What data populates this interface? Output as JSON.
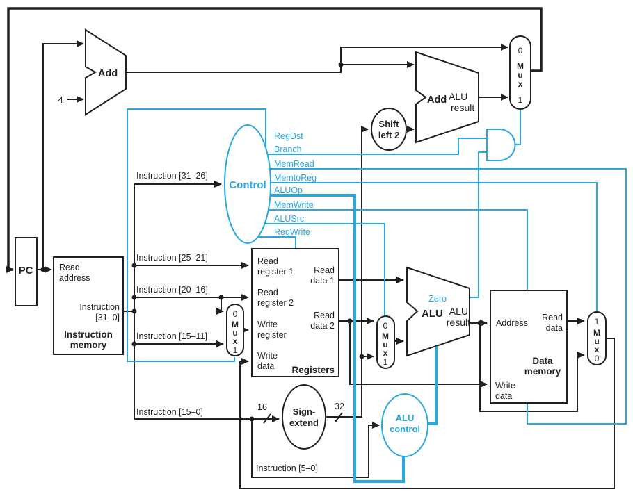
{
  "figure": {
    "description": "MIPS single-cycle datapath with control unit"
  },
  "colors": {
    "wire_black": "#231f20",
    "control_blue": "#29a8e0",
    "background": "#ffffff"
  },
  "pc": {
    "label": "PC"
  },
  "constant_4": "4",
  "adder_pc": {
    "label": "Add"
  },
  "adder_branch": {
    "label": "Add",
    "result_line1": "ALU",
    "result_line2": "result"
  },
  "instruction_memory": {
    "read_address_line1": "Read",
    "read_address_line2": "address",
    "instruction_line1": "Instruction",
    "instruction_line2": "[31–0]",
    "title_line1": "Instruction",
    "title_line2": "memory"
  },
  "buses": {
    "instr_31_26": "Instruction [31–26]",
    "instr_25_21": "Instruction [25–21]",
    "instr_20_16": "Instruction [20–16]",
    "instr_15_11": "Instruction [15–11]",
    "instr_15_0": "Instruction [15–0]",
    "instr_5_0": "Instruction [5–0]"
  },
  "control": {
    "label": "Control",
    "signals": [
      "RegDst",
      "Branch",
      "MemRead",
      "MemtoReg",
      "ALUOp",
      "MemWrite",
      "ALUSrc",
      "RegWrite"
    ]
  },
  "shift_left_2": {
    "line1": "Shift",
    "line2": "left 2"
  },
  "registers": {
    "title": "Registers",
    "read_register_1_line1": "Read",
    "read_register_1_line2": "register 1",
    "read_register_2_line1": "Read",
    "read_register_2_line2": "register 2",
    "write_register_line1": "Write",
    "write_register_line2": "register",
    "write_data_line1": "Write",
    "write_data_line2": "data",
    "read_data_1_line1": "Read",
    "read_data_1_line2": "data 1",
    "read_data_2_line1": "Read",
    "read_data_2_line2": "data 2"
  },
  "sign_extend": {
    "line1": "Sign-",
    "line2": "extend",
    "input_bits": "16",
    "output_bits": "32"
  },
  "alu": {
    "label": "ALU",
    "zero": "Zero",
    "result_line1": "ALU",
    "result_line2": "result"
  },
  "alu_control": {
    "line1": "ALU",
    "line2": "control"
  },
  "data_memory": {
    "address": "Address",
    "read_data_line1": "Read",
    "read_data_line2": "data",
    "write_data_line1": "Write",
    "write_data_line2": "data",
    "title_line1": "Data",
    "title_line2": "memory"
  },
  "mux": {
    "m": "M",
    "u": "u",
    "x": "x",
    "zero": "0",
    "one": "1"
  }
}
